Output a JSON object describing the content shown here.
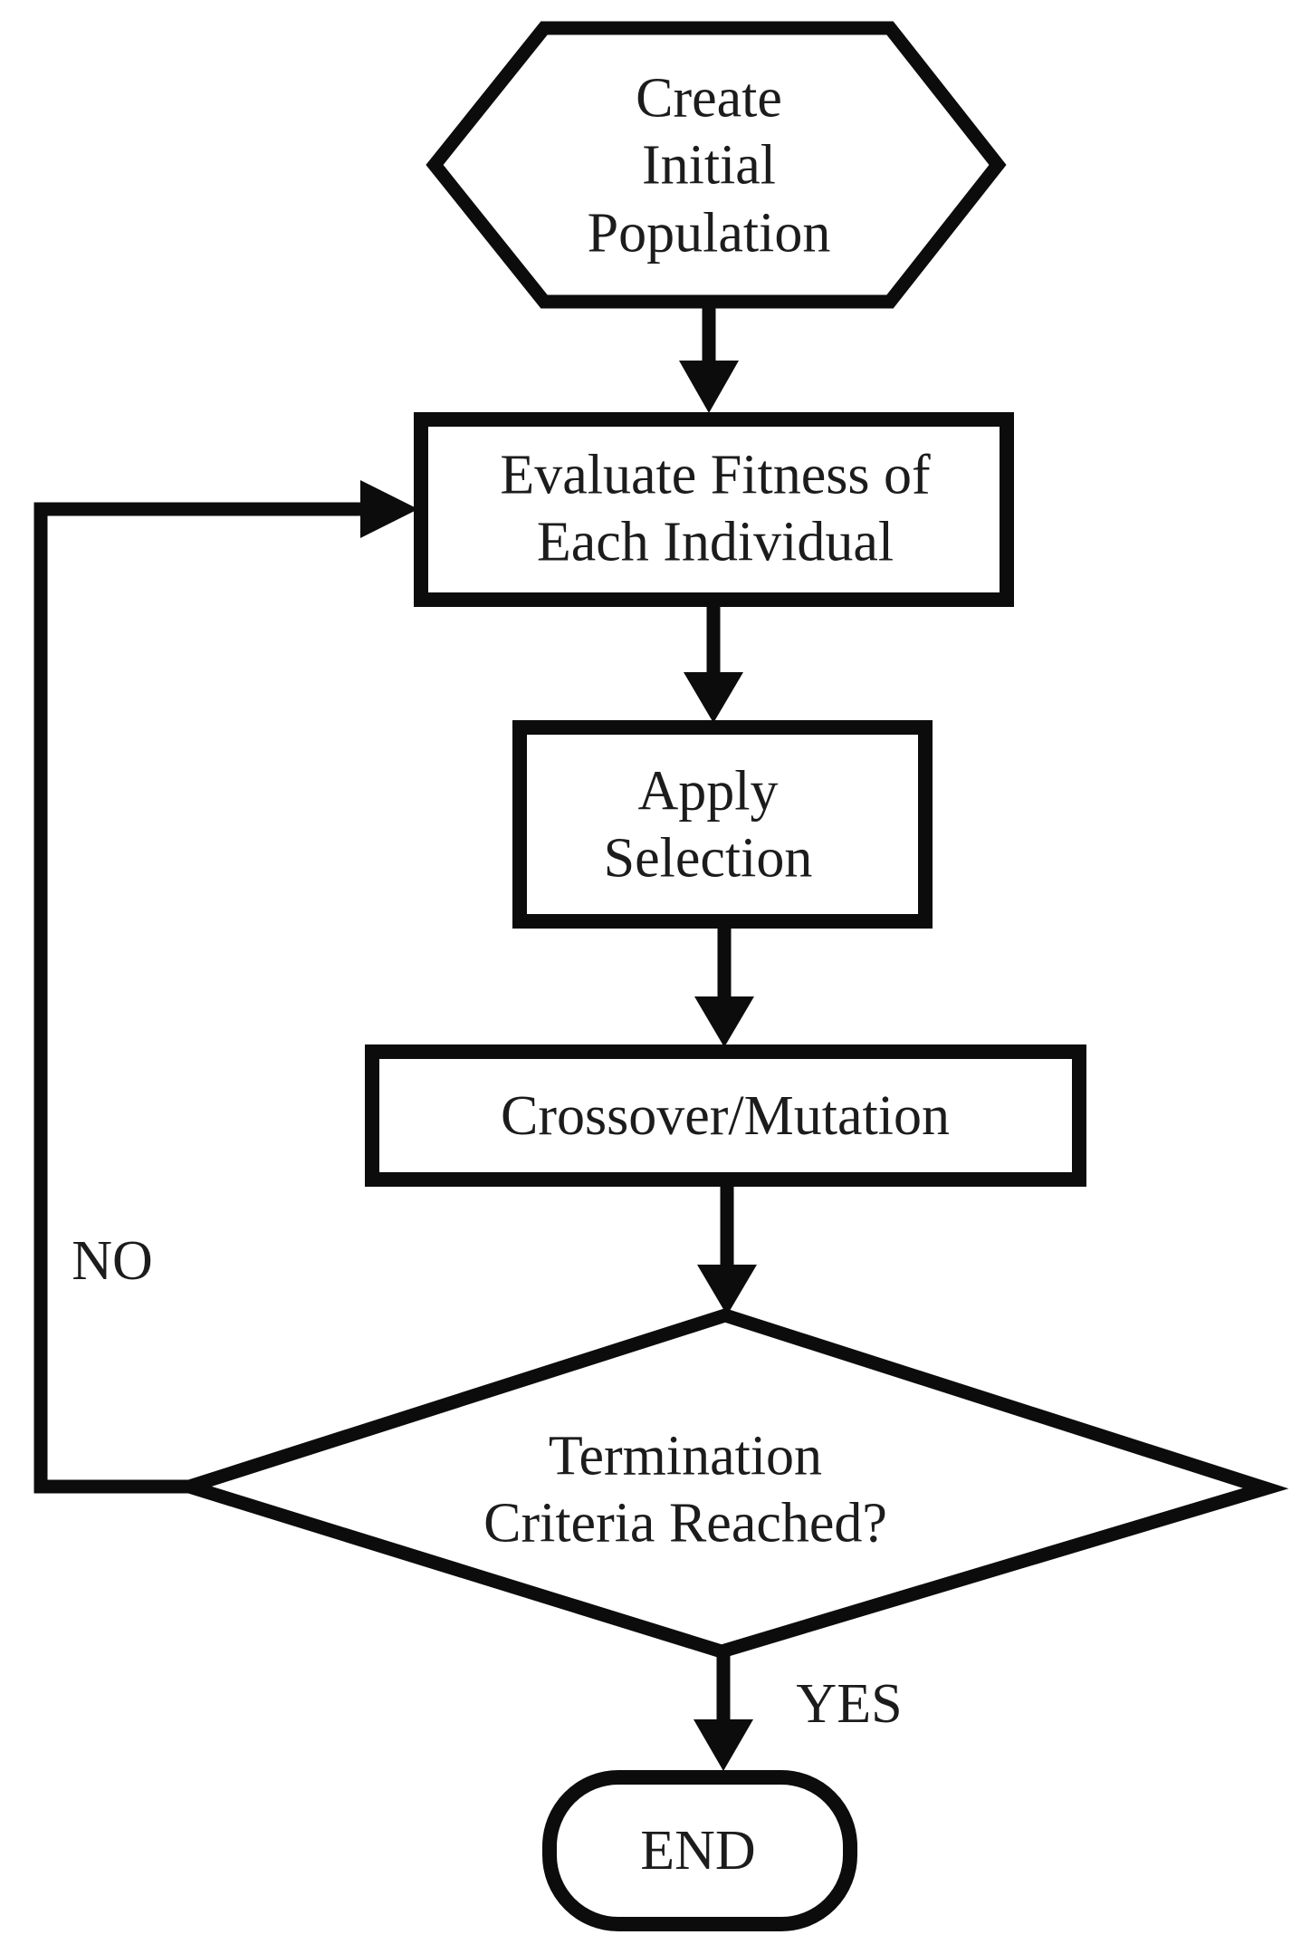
{
  "nodes": {
    "create_initial_population": {
      "shape": "hexagon",
      "label": "Create\nInitial\nPopulation"
    },
    "evaluate_fitness": {
      "shape": "process",
      "label": "Evaluate Fitness of\nEach Individual"
    },
    "apply_selection": {
      "shape": "process",
      "label": "Apply\nSelection"
    },
    "crossover_mutation": {
      "shape": "process",
      "label": "Crossover/Mutation"
    },
    "termination_criteria": {
      "shape": "decision",
      "label": "Termination\nCriteria Reached?"
    },
    "end": {
      "shape": "terminator",
      "label": "END"
    }
  },
  "edge_labels": {
    "no": "NO",
    "yes": "YES"
  },
  "colors": {
    "background": "#ffffff",
    "stroke": "#0c0c0c",
    "text": "#1c1c1c"
  }
}
